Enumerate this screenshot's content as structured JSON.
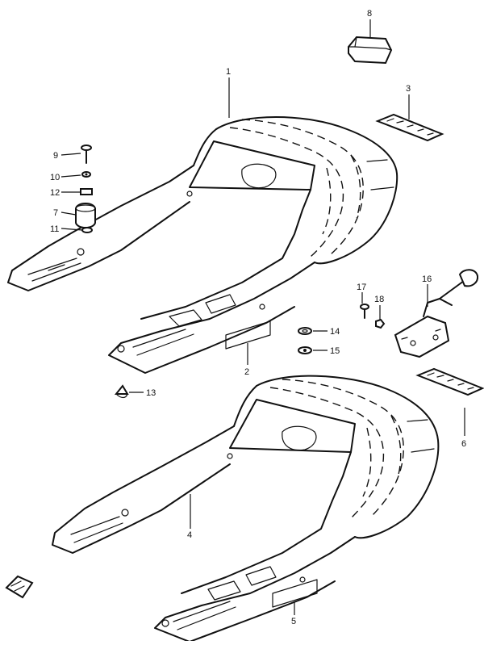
{
  "parts": [
    {
      "id": "part-1",
      "label": "1"
    },
    {
      "id": "part-2",
      "label": "2"
    },
    {
      "id": "part-3",
      "label": "3"
    },
    {
      "id": "part-4",
      "label": "4"
    },
    {
      "id": "part-5",
      "label": "5"
    },
    {
      "id": "part-6",
      "label": "6"
    },
    {
      "id": "part-7",
      "label": "7"
    },
    {
      "id": "part-8",
      "label": "8"
    },
    {
      "id": "part-9",
      "label": "9"
    },
    {
      "id": "part-10",
      "label": "10"
    },
    {
      "id": "part-11",
      "label": "11"
    },
    {
      "id": "part-12",
      "label": "12"
    },
    {
      "id": "part-13",
      "label": "13"
    },
    {
      "id": "part-14",
      "label": "14"
    },
    {
      "id": "part-15",
      "label": "15"
    },
    {
      "id": "part-16",
      "label": "16"
    },
    {
      "id": "part-17",
      "label": "17"
    },
    {
      "id": "part-18",
      "label": "18"
    }
  ]
}
